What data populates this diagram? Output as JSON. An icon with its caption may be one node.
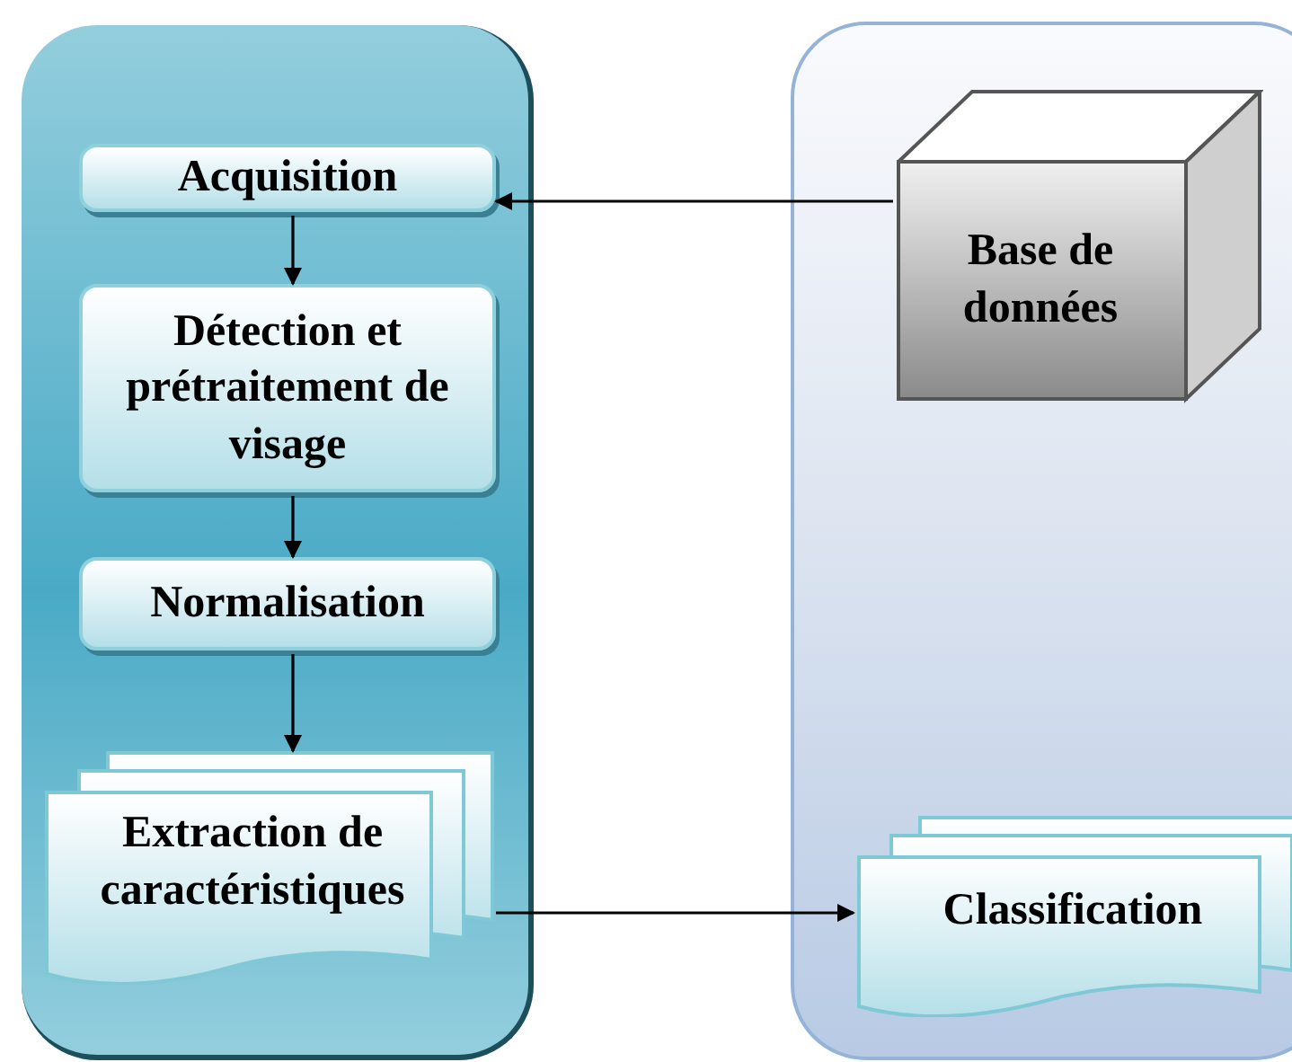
{
  "diagram": {
    "nodes": [
      {
        "text": [],
        "shape": "box"
      },
      {
        "text": [
          "Acquisition"
        ],
        "in": 0
      },
      {
        "text": [
          "Détection et prétraitement de visage"
        ],
        "in": 0
      },
      {
        "text": [
          "Normalisation"
        ],
        "in": 0
      },
      {
        "text": [
          "Extraction de caractéristiques"
        ],
        "in": 0
      },
      {
        "text": [],
        "shape": "box"
      },
      {
        "text": [
          "Base de données"
        ],
        "in": 5
      },
      {
        "text": [
          "Classification"
        ],
        "in": 5
      }
    ],
    "edges": [
      {
        "from": 6,
        "to": 1,
        "arrow": "to"
      },
      {
        "from": 1,
        "to": 2,
        "arrow": "to"
      },
      {
        "from": 2,
        "to": 3,
        "arrow": "to"
      },
      {
        "from": 3,
        "to": 4,
        "arrow": "to"
      },
      {
        "from": 4,
        "to": 7,
        "arrow": "to"
      }
    ]
  }
}
